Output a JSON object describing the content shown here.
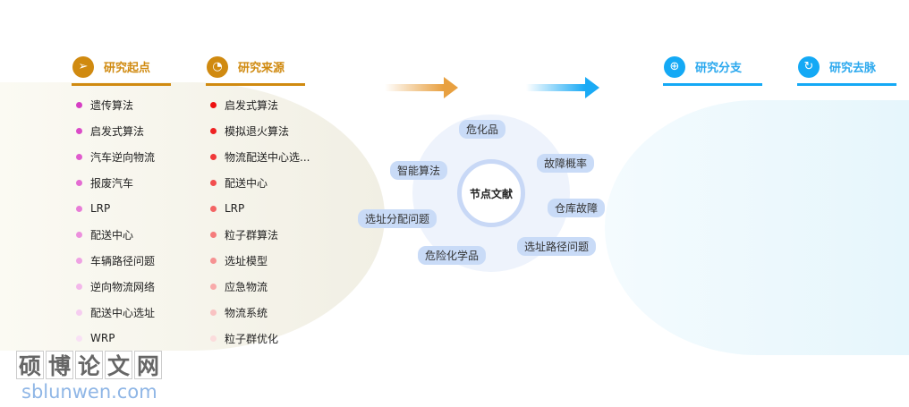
{
  "headers": {
    "start": "研究起点",
    "source": "研究来源",
    "branch": "研究分支",
    "trend": "研究去脉"
  },
  "start_items": [
    "遗传算法",
    "启发式算法",
    "汽车逆向物流",
    "报废汽车",
    "LRP",
    "配送中心",
    "车辆路径问题",
    "逆向物流网络",
    "配送中心选址",
    "WRP"
  ],
  "source_items": [
    "启发式算法",
    "模拟退火算法",
    "物流配送中心选...",
    "配送中心",
    "LRP",
    "粒子群算法",
    "选址模型",
    "应急物流",
    "物流系统",
    "粒子群优化"
  ],
  "center": {
    "label": "节点文献",
    "tags": [
      "危化品",
      "故障概率",
      "智能算法",
      "仓库故障",
      "选址分配问题",
      "选址路径问题",
      "危险化学品"
    ]
  },
  "colors": {
    "orange": "#d08a10",
    "blue": "#14a9f5"
  },
  "watermark": {
    "chars": "硕博论文网",
    "url": "sblunwen.com"
  }
}
